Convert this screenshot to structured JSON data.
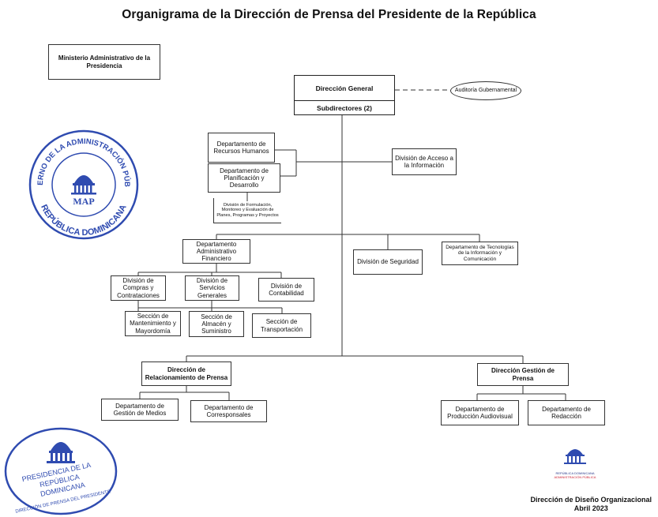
{
  "title": "Organigrama de la Dirección de Prensa del Presidente de la República",
  "colors": {
    "seal_blue": "#2f4bb0",
    "line": "#333333",
    "logo_red": "#cc2233"
  },
  "nodes": {
    "ministerio": "Ministerio Administrativo de la Presidencia",
    "direccion_general": "Dirección General",
    "subdirectores": "Subdirectores (2)",
    "auditoria": "Auditoría Gubernamental",
    "rrhh": "Departamento de Recursos Humanos",
    "planificacion": "Departamento de Planificación y Desarrollo",
    "formulacion": "División de Formulación, Monitoreo y Evaluación de Planes, Programas y Proyectos",
    "acceso_info": "División de Acceso a la Información",
    "admin_financiero": "Departamento Administrativo Financiero",
    "seguridad": "División de Seguridad",
    "tecnologias": "Departamento de Tecnologías de la Información y Comunicación",
    "compras": "División de Compras y Contrataciones",
    "servicios_generales": "División de Servicios Generales",
    "contabilidad": "División de Contabilidad",
    "mantenimiento": "Sección de Mantenimiento y Mayordomía",
    "almacen": "Sección de Almacén y Suministro",
    "transportacion": "Sección de Transportación",
    "relacionamiento": "Dirección de Relacionamiento de Prensa",
    "gestion_prensa": "Dirección Gestión de Prensa",
    "gestion_medios": "Departamento de Gestión de Medios",
    "corresponsales": "Departamento de Corresponsales",
    "produccion": "Departamento de Producción Audiovisual",
    "redaccion": "Departamento de Redacción"
  },
  "seals": {
    "map": {
      "top_text": "GOBIERNO DE LA ADMINISTRACIÓN PÚBLICA",
      "bottom_text": "REPÚBLICA DOMINICANA",
      "center": "MAP"
    },
    "presidencia": {
      "line1": "PRESIDENCIA DE LA",
      "line2": "REPÚBLICA",
      "line3": "DOMINICANA",
      "line4": "DIRECCIÓN DE PRENSA DEL PRESIDENTE"
    },
    "small_logo": {
      "line1": "REPÚBLICA DOMINICANA",
      "line2": "ADMINISTRACIÓN PÚBLICA"
    }
  },
  "footer": {
    "line1": "Dirección de Diseño Organizacional",
    "line2": "Abril 2023"
  }
}
